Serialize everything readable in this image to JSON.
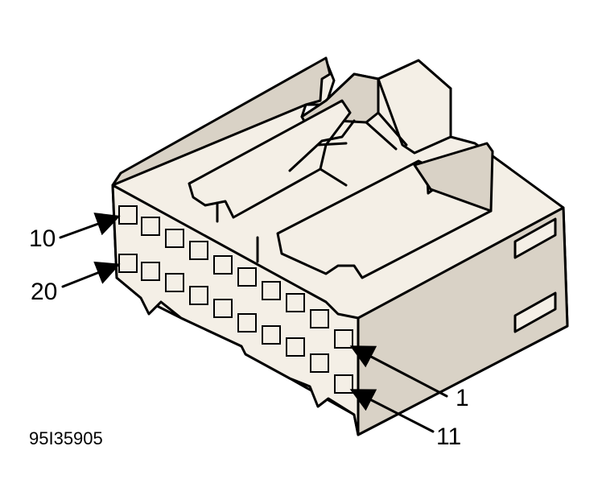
{
  "callouts": {
    "pin_10": "10",
    "pin_20": "20",
    "pin_1": "1",
    "pin_11": "11"
  },
  "figure_id": "95I35905"
}
